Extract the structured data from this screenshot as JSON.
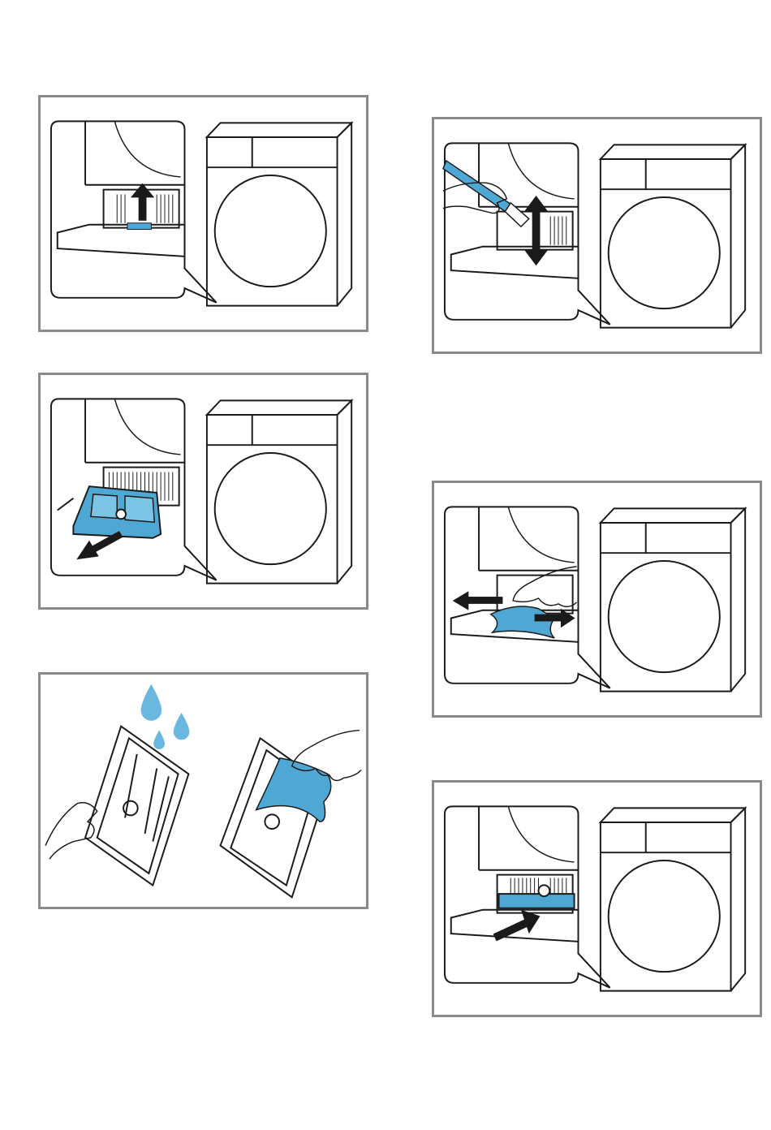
{
  "colors": {
    "frame": "#8a8a8a",
    "line": "#1a1a1a",
    "accent_blue": "#4fa8d4",
    "accent_blue_light": "#7cc4e6"
  },
  "steps": [
    {
      "id": "lift-fan-filter-latch",
      "icon": "arrow-up-icon"
    },
    {
      "id": "pull-out-fluff-filter",
      "icon": "arrow-out-icon"
    },
    {
      "id": "rinse-and-wipe-filter",
      "icon": "water-drops-icon"
    },
    {
      "id": "brush-clean-compartment",
      "icon": "double-arrow-vertical-icon"
    },
    {
      "id": "wipe-compartment",
      "icon": "double-arrow-horizontal-icon"
    },
    {
      "id": "reinsert-filter",
      "icon": "arrow-in-icon"
    }
  ]
}
